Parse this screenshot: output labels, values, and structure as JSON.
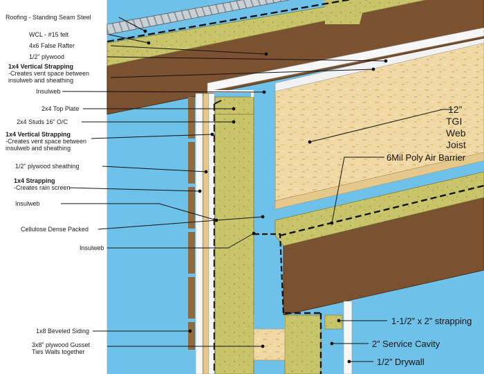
{
  "labels": {
    "roofing": "Roofing - Standing Seam Steel",
    "wcl": "WCL - #15 felt",
    "false_rafter": "4x6 False Rafter",
    "plywood_roof": "1/2” plywood",
    "vert_strap_top_title": "1x4 Vertical Strapping",
    "vert_strap_top_line1": "-Creates vent space between",
    "vert_strap_top_line2": "insulweb and sheathing",
    "insulweb_top": "Insulweb",
    "top_plate": "2x4 Top Plate",
    "studs": "2x4 Studs 16” O/C",
    "vert_strap_mid_title": "1x4 Vertical Strapping",
    "vert_strap_mid_line1": "-Creates vent space between",
    "vert_strap_mid_line2": "insulweb and sheathing",
    "plywood_sheathing": "1/2” plywood sheathing",
    "strapping_title": "1x4 Strapping",
    "strapping_line1": "-Creates rain screen",
    "insulweb_mid": "Insulweb",
    "cellulose": "Cellulose Dense Packed",
    "insulweb_low": "Insulweb",
    "siding": "1x8 Beveled Siding",
    "gusset_line1": "3x8” plywood Gusset",
    "gusset_line2": "Ties Walls together",
    "tgi_line1": "12”",
    "tgi_line2": "TGI",
    "tgi_line3": "Web",
    "tgi_line4": "Joist",
    "air_barrier": "6Mil Poly Air Barrier",
    "strapping_right": "1-1/2” x 2” strapping",
    "service_cavity": "2” Service Cavity",
    "drywall": "1/2” Drywall"
  },
  "colors": {
    "sky": "#6ec2ea",
    "rafter": "#7a5230",
    "osb": "#f0d9a4",
    "insul": "#c8c46a",
    "steel": "#c9d0d6",
    "white_board": "#f7f7f7"
  }
}
